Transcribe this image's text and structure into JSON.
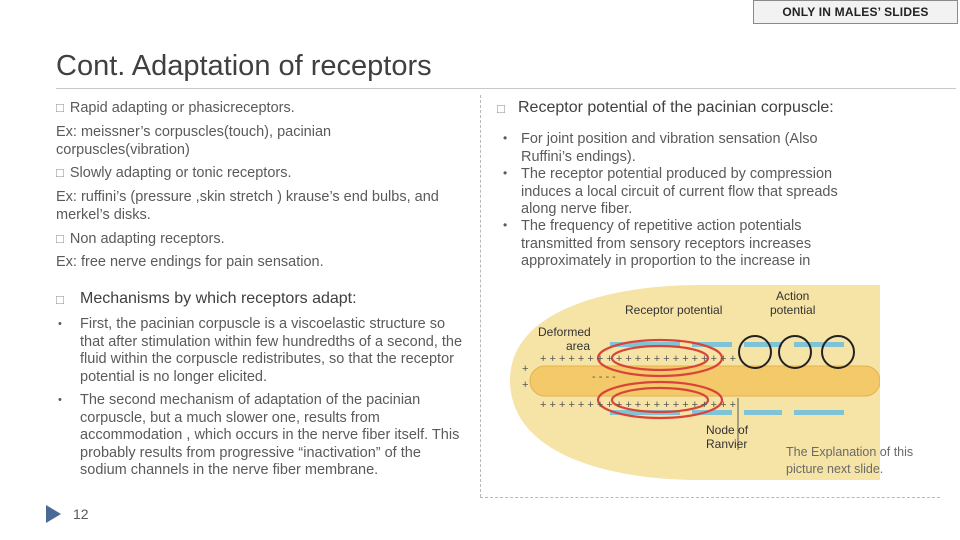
{
  "badge": "ONLY IN MALES’ SLIDES",
  "title": "Cont. Adaptation of receptors",
  "left": {
    "items": [
      {
        "marker": "□",
        "text": "Rapid adapting or phasicreceptors."
      },
      {
        "marker": "",
        "text": "Ex: meissner’s corpuscles(touch), pacinian corpuscles(vibration)"
      },
      {
        "marker": "□",
        "text": "Slowly adapting or tonic receptors."
      },
      {
        "marker": "",
        "text": "Ex: ruffini’s (pressure ,skin stretch ) krause’s end  bulbs, and merkel’s disks."
      },
      {
        "marker": "□",
        "text": "Non adapting receptors."
      },
      {
        "marker": "",
        "text": "Ex: free nerve endings for pain sensation."
      }
    ],
    "mechanisms": {
      "marker": "□",
      "heading": "Mechanisms by which receptors adapt:",
      "bullets": [
        {
          "marker": "•",
          "text": "First, the pacinian corpuscle is a viscoelastic structure so that after stimulation within few hundredths of a second, the fluid within the corpuscle redistributes, so that the receptor potential is no longer elicited."
        },
        {
          "marker": "•",
          "text": "The second mechanism of adaptation of the pacinian corpuscle, but a much slower one, results from accommodation , which occurs in the nerve fiber itself. This probably results from progressive “inactivation” of the sodium channels in the nerve fiber membrane."
        }
      ]
    }
  },
  "right": {
    "marker": "□",
    "heading": "Receptor potential of the pacinian corpuscle:",
    "bullets": [
      {
        "marker": "•",
        "text": "For joint position and vibration sensation (Also Ruffini’s endings)."
      },
      {
        "marker": "•",
        "text": "The receptor potential produced by compression induces a local circuit of current flow that spreads along nerve fiber."
      },
      {
        "marker": "•",
        "text": "The frequency of repetitive action potentials transmitted from sensory receptors increases approximately in proportion to the increase in"
      }
    ]
  },
  "diagram": {
    "label_receptor_potential": "Receptor potential",
    "label_action_line1": "Action",
    "label_action_line2": "potential",
    "label_deformed_line1": "Deformed",
    "label_deformed_line2": "area",
    "label_node_line1": "Node of",
    "label_node_line2": "Ranvier",
    "colors": {
      "capsule": "#f6e3a6",
      "fiber": "#f4c96a",
      "node": "#7fc4d6",
      "red_loop": "#d9443a",
      "black_loop": "#222222"
    }
  },
  "explanation": "The Explanation of this picture next slide.",
  "page_number": "12"
}
